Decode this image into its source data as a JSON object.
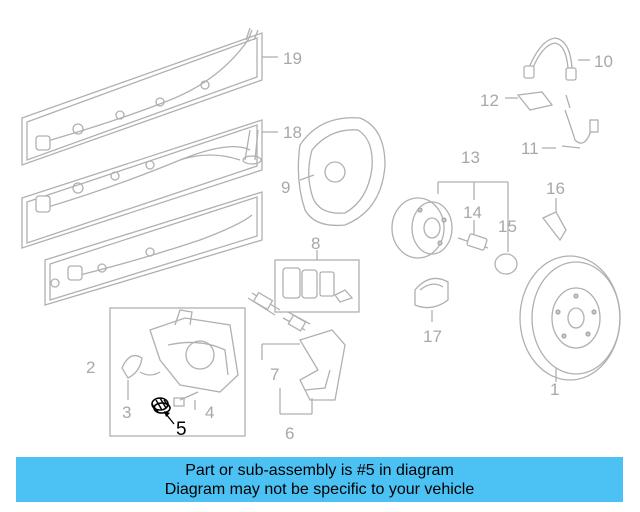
{
  "labels": {
    "p1": "1",
    "p2": "2",
    "p3": "3",
    "p4": "4",
    "p5": "5",
    "p6": "6",
    "p7": "7",
    "p8": "8",
    "p9": "9",
    "p10": "10",
    "p11": "11",
    "p12": "12",
    "p13": "13",
    "p14": "14",
    "p15": "15",
    "p16": "16",
    "p17": "17",
    "p18": "18",
    "p19": "19"
  },
  "highlight_part": "5",
  "banner": {
    "line1": "Part or sub-assembly is #5 in diagram",
    "line2": "Diagram may not be specific to your vehicle",
    "color": "#4cc2f4"
  },
  "colors": {
    "line_art": "#b0b0b0",
    "highlight": "#000000"
  }
}
